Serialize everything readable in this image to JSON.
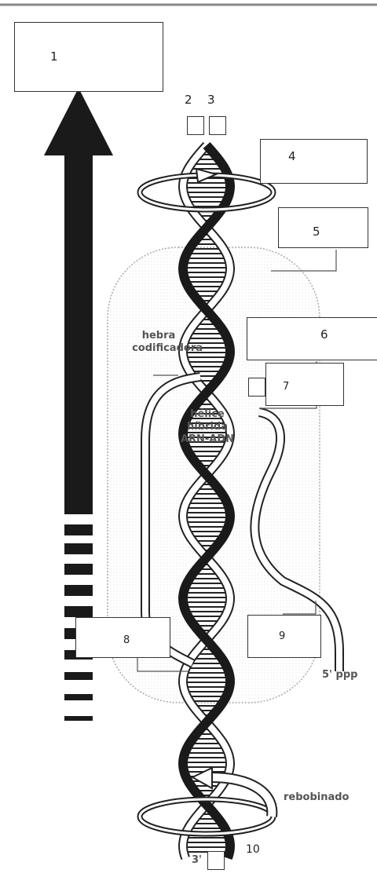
{
  "labels": {
    "n1": "1",
    "n2": "2",
    "n3": "3",
    "n4": "4",
    "n5": "5",
    "n6": "6",
    "n7": "7",
    "n8": "8",
    "n9": "9",
    "n10": "10",
    "hebra_l1": "hebra",
    "hebra_l2": "codificadora",
    "helice_l1": "hélice",
    "helice_l2": "híbrida",
    "helice_l3": "ARN-ADN",
    "five_prime": "5' ppp",
    "three_prime": "3'",
    "rebobinado": "rebobinado"
  }
}
